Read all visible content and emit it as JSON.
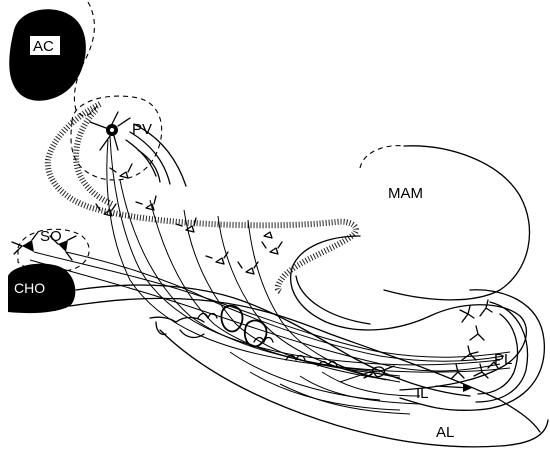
{
  "labels": {
    "ac": "AC",
    "pv": "PV",
    "mam": "MAM",
    "so": "SO",
    "cho": "CHO",
    "pl": "PL",
    "il": "IL",
    "al": "AL"
  }
}
